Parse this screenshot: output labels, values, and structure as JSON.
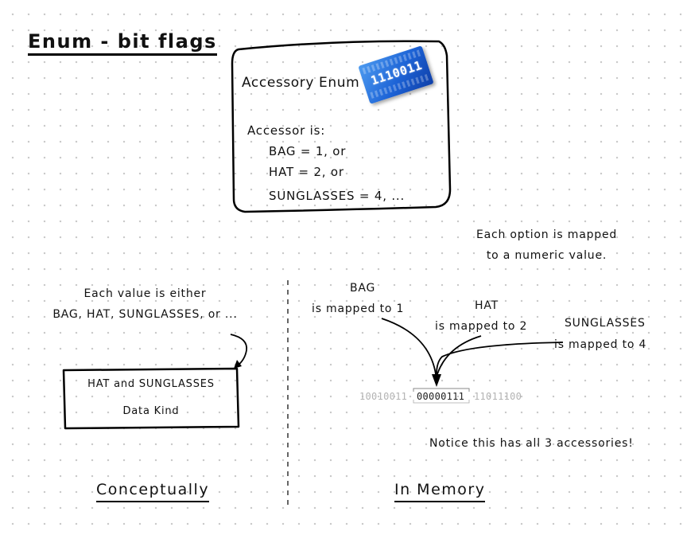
{
  "title": "Enum - bit flags",
  "enum_box": {
    "title": "Accessory Enum",
    "chip_digits": "1110011",
    "intro": "Accessor is:",
    "lines": [
      "BAG = 1, or",
      "HAT = 2, or",
      "SUNGLASSES = 4, ..."
    ]
  },
  "mapping_note": {
    "line1": "Each option is mapped",
    "line2": "to a numeric value."
  },
  "conceptual": {
    "note_line1": "Each value is either",
    "note_line2": "BAG, HAT, SUNGLASSES, or ...",
    "kind_value": "HAT and SUNGLASSES",
    "kind_label": "Data Kind",
    "heading": "Conceptually"
  },
  "memory": {
    "bag": {
      "name": "BAG",
      "mapping": "is mapped to 1"
    },
    "hat": {
      "name": "HAT",
      "mapping": "is mapped to 2"
    },
    "sunglasses": {
      "name": "SUNGLASSES",
      "mapping": "is mapped to 4"
    },
    "bytes": [
      "10010011",
      "00000111",
      "11011100"
    ],
    "notice": "Notice this has all 3 accessories!",
    "heading": "In Memory"
  }
}
